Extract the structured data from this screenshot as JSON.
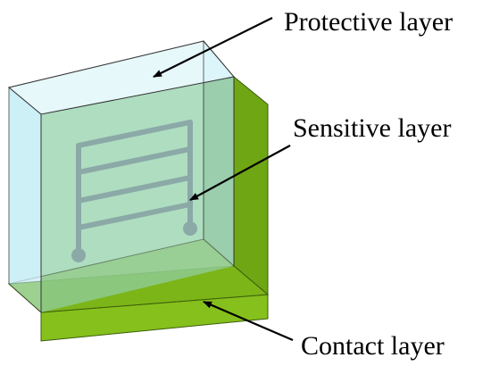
{
  "labels": {
    "protective": "Protective layer",
    "sensitive": "Sensitive layer",
    "contact": "Contact layer"
  },
  "colors": {
    "protective_fill": "#c8f0f6",
    "sensitive_fill": "#9ccf9a",
    "contact_fill": "#7cb518",
    "electrode": "#5a6f66",
    "outline": "#333333"
  }
}
